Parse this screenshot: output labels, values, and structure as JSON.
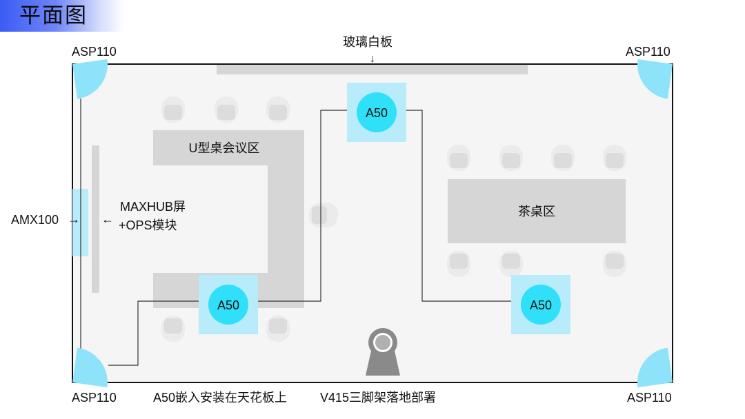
{
  "title": "平面图",
  "labels": {
    "whiteboard": "玻璃白板",
    "asp_top_left": "ASP110",
    "asp_top_right": "ASP110",
    "asp_bottom_left": "ASP110",
    "asp_bottom_right": "ASP110",
    "amx": "AMX100",
    "maxhub_line1": "MAXHUB屏",
    "maxhub_line2": "+OPS模块",
    "u_table": "U型桌会议区",
    "tea_table": "茶桌区",
    "a50_top": "A50",
    "a50_bottom_left": "A50",
    "a50_right": "A50",
    "a50_caption": "A50嵌入安装在天花板上",
    "v415_caption": "V415三脚架落地部署"
  },
  "colors": {
    "room_fill": "#f5f5f5",
    "wall": "#111111",
    "table": "#d6d6d6",
    "chair": "#e6e6e6",
    "speaker": "#8ee3fb",
    "mic_square": "#b8ecfb",
    "mic_circle": "#2fe0f8",
    "camera": "#8a8a8a"
  }
}
